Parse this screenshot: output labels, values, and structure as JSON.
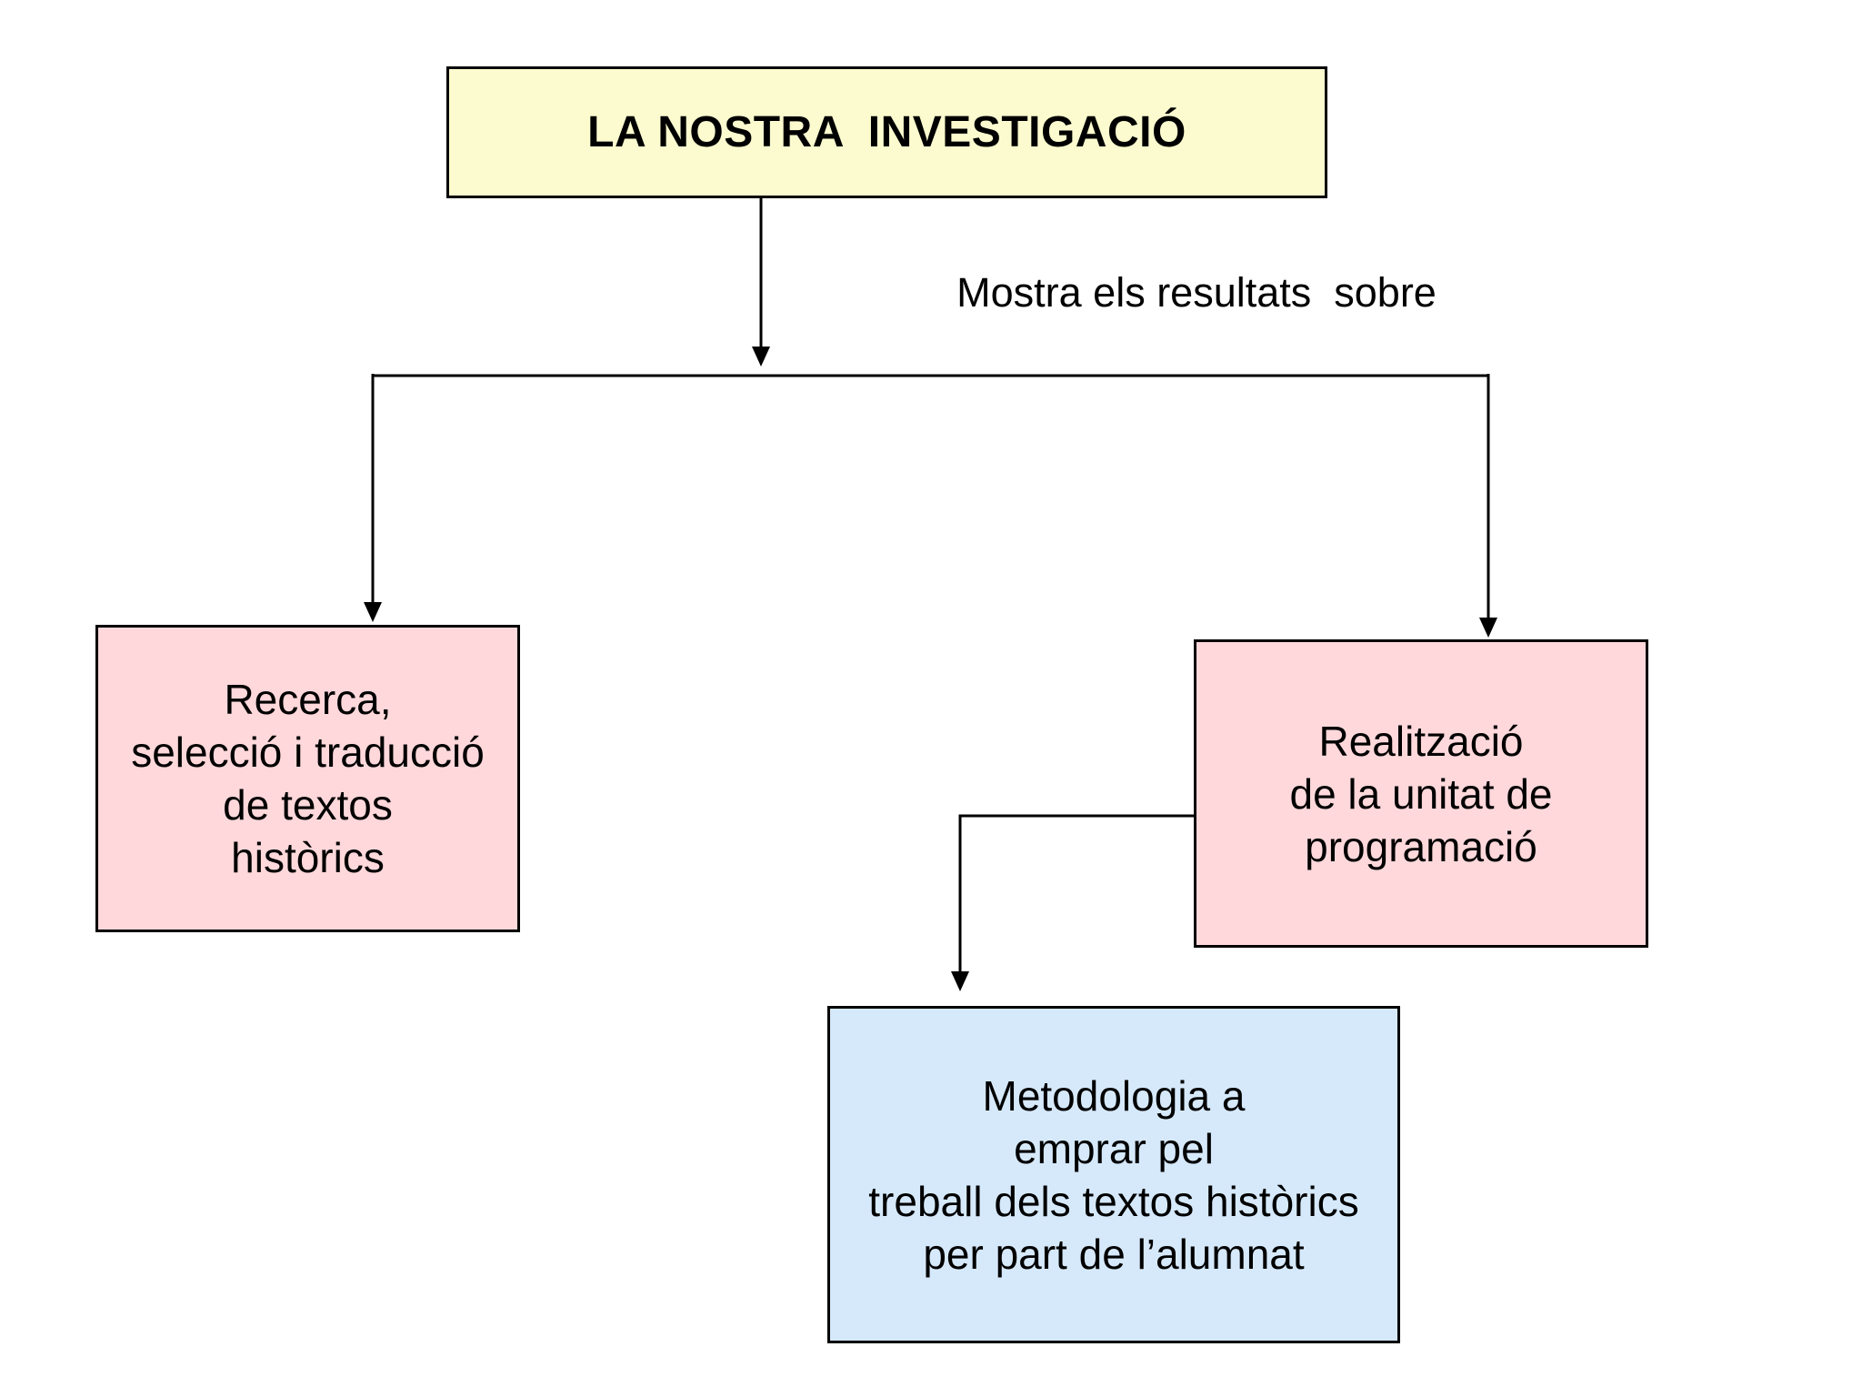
{
  "page": {
    "background_color": "#FFFFFF",
    "line_color": "#000000"
  },
  "diagram": {
    "title_box": {
      "label": "LA NOSTRA  INVESTIGACIÓ",
      "fill": "#FBFBCF"
    },
    "edge_label": "Mostra els resultats  sobre",
    "connector_color": "#000000",
    "nodes": {
      "recerca": {
        "fill": "#FFD8DB",
        "lines": [
          "Recerca,",
          "selecció i traducció",
          "de textos",
          "històrics"
        ]
      },
      "realitzacio": {
        "fill": "#FFD8DB",
        "lines": [
          "Realització",
          "de la unitat de",
          "programació"
        ]
      },
      "metodologia": {
        "fill": "#D6E9FB",
        "lines": [
          "Metodologia a",
          "emprar pel",
          "treball dels textos històrics",
          "per part de l’alumnat"
        ]
      }
    }
  }
}
